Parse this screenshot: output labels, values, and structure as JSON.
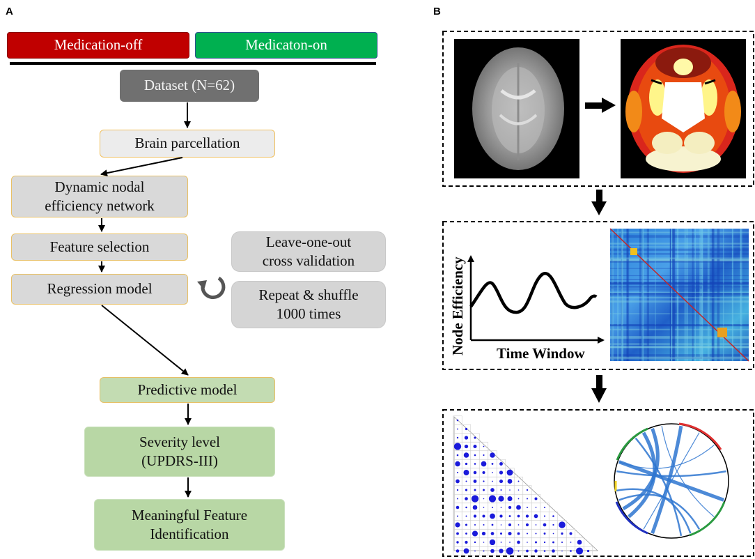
{
  "panels": {
    "a": "A",
    "b": "B"
  },
  "flow": {
    "medication_off": "Medication-off",
    "medication_on": "Medicaton-on",
    "dataset": "Dataset (N=62)",
    "brain_parcellation": "Brain parcellation",
    "dynamic_line1": "Dynamic nodal",
    "dynamic_line2": "efficiency network",
    "feature_selection": "Feature selection",
    "regression_model": "Regression model",
    "loo_line1": "Leave-one-out",
    "loo_line2": "cross validation",
    "repeat_line1": "Repeat & shuffle",
    "repeat_line2": "1000 times",
    "predictive_model": "Predictive model",
    "severity_line1": "Severity level",
    "severity_line2": "(UPDRS-III)",
    "meaningful_line1": "Meaningful Feature",
    "meaningful_line2": "Identification"
  },
  "colors": {
    "off": "#c00000",
    "on": "#00b050",
    "dataset": "#707070",
    "green_box": "#b8d7a5",
    "gray_box": "#d9d9d9",
    "circle_edge": "#2e75d0",
    "dot": "#1a1adb"
  },
  "plot": {
    "ylabel": "Node Efficiency",
    "xlabel": "Time Window"
  },
  "icons": [
    "refresh-icon",
    "arrow-right-icon",
    "arrow-down-icon"
  ]
}
